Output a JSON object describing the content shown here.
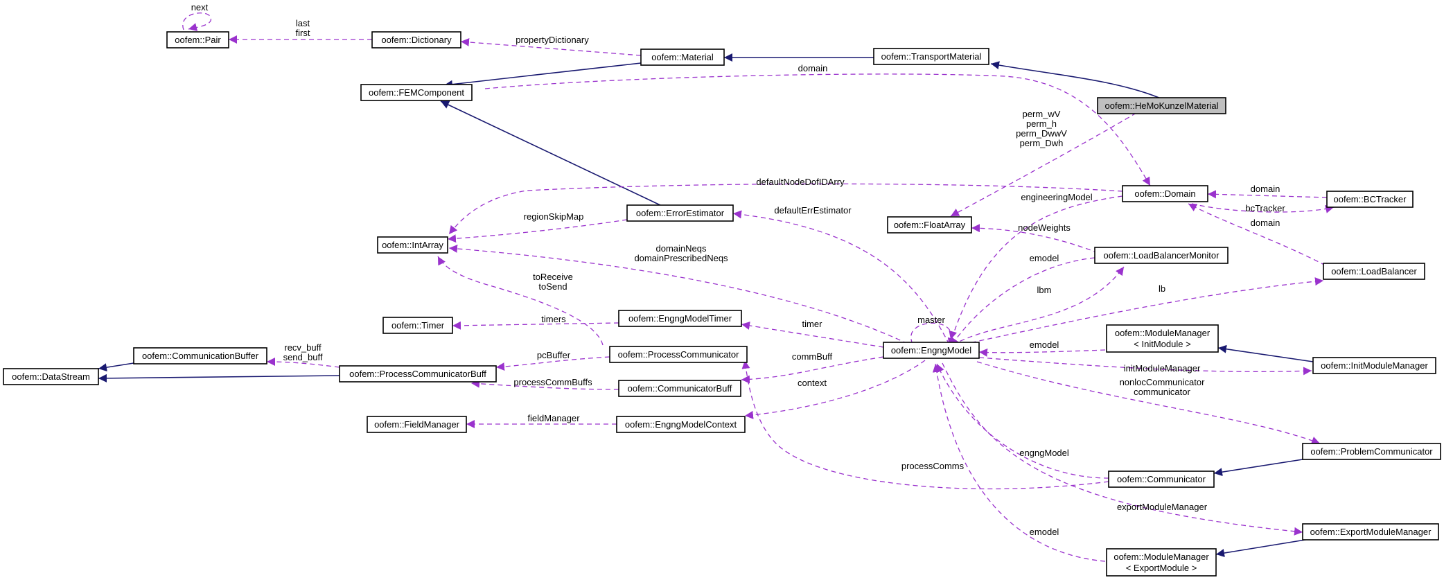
{
  "diagram": {
    "colors": {
      "inheritance": "#191970",
      "usage": "#9a32cd",
      "highlight_fill": "#bfbfbf",
      "node_fill": "#ffffff",
      "node_border": "#000000"
    },
    "nodes": [
      {
        "id": "Pair",
        "label": "oofem::Pair"
      },
      {
        "id": "Dictionary",
        "label": "oofem::Dictionary"
      },
      {
        "id": "Material",
        "label": "oofem::Material"
      },
      {
        "id": "TransportMaterial",
        "label": "oofem::TransportMaterial"
      },
      {
        "id": "FEMComponent",
        "label": "oofem::FEMComponent"
      },
      {
        "id": "HeMoKunzelMaterial",
        "label": "oofem::HeMoKunzelMaterial",
        "highlighted": true
      },
      {
        "id": "Domain",
        "label": "oofem::Domain"
      },
      {
        "id": "BCTracker",
        "label": "oofem::BCTracker"
      },
      {
        "id": "FloatArray",
        "label": "oofem::FloatArray"
      },
      {
        "id": "ErrorEstimator",
        "label": "oofem::ErrorEstimator"
      },
      {
        "id": "IntArray",
        "label": "oofem::IntArray"
      },
      {
        "id": "LoadBalancerMonitor",
        "label": "oofem::LoadBalancerMonitor"
      },
      {
        "id": "LoadBalancer",
        "label": "oofem::LoadBalancer"
      },
      {
        "id": "Timer",
        "label": "oofem::Timer"
      },
      {
        "id": "EngngModelTimer",
        "label": "oofem::EngngModelTimer"
      },
      {
        "id": "CommunicationBuffer",
        "label": "oofem::CommunicationBuffer"
      },
      {
        "id": "ProcessCommunicator",
        "label": "oofem::ProcessCommunicator"
      },
      {
        "id": "EngngModel",
        "label": "oofem::EngngModel"
      },
      {
        "id": "ModuleManagerInit",
        "label": "oofem::ModuleManager",
        "label2": "< InitModule >"
      },
      {
        "id": "DataStream",
        "label": "oofem::DataStream"
      },
      {
        "id": "ProcessCommunicatorBuff",
        "label": "oofem::ProcessCommunicatorBuff"
      },
      {
        "id": "CommunicatorBuff",
        "label": "oofem::CommunicatorBuff"
      },
      {
        "id": "InitModuleManager",
        "label": "oofem::InitModuleManager"
      },
      {
        "id": "FieldManager",
        "label": "oofem::FieldManager"
      },
      {
        "id": "EngngModelContext",
        "label": "oofem::EngngModelContext"
      },
      {
        "id": "ProblemCommunicator",
        "label": "oofem::ProblemCommunicator"
      },
      {
        "id": "Communicator",
        "label": "oofem::Communicator"
      },
      {
        "id": "ExportModuleManager",
        "label": "oofem::ExportModuleManager"
      },
      {
        "id": "ModuleManagerExport",
        "label": "oofem::ModuleManager",
        "label2": "< ExportModule >"
      }
    ],
    "edge_labels": [
      {
        "id": "next",
        "text": "next"
      },
      {
        "id": "lastfirst1",
        "text": "last"
      },
      {
        "id": "lastfirst2",
        "text": "first"
      },
      {
        "id": "propertyDictionary",
        "text": "propertyDictionary"
      },
      {
        "id": "domain_top",
        "text": "domain"
      },
      {
        "id": "perm1",
        "text": "perm_wV"
      },
      {
        "id": "perm2",
        "text": "perm_h"
      },
      {
        "id": "perm3",
        "text": "perm_DwwV"
      },
      {
        "id": "perm4",
        "text": "perm_Dwh"
      },
      {
        "id": "defaultNodeDofIDArry",
        "text": "defaultNodeDofIDArry"
      },
      {
        "id": "domain_bc",
        "text": "domain"
      },
      {
        "id": "bcTracker",
        "text": "bcTracker"
      },
      {
        "id": "domain_lb",
        "text": "domain"
      },
      {
        "id": "engineeringModel",
        "text": "engineeringModel"
      },
      {
        "id": "regionSkipMap",
        "text": "regionSkipMap"
      },
      {
        "id": "defaultErrEstimator",
        "text": "defaultErrEstimator"
      },
      {
        "id": "nodeWeights",
        "text": "nodeWeights"
      },
      {
        "id": "domainNeqs1",
        "text": "domainNeqs"
      },
      {
        "id": "domainNeqs2",
        "text": "domainPrescribedNeqs"
      },
      {
        "id": "emodel_lbm",
        "text": "emodel"
      },
      {
        "id": "lbm",
        "text": "lbm"
      },
      {
        "id": "lb",
        "text": "lb"
      },
      {
        "id": "toReceive",
        "text": "toReceive"
      },
      {
        "id": "toSend",
        "text": "toSend"
      },
      {
        "id": "master",
        "text": "master"
      },
      {
        "id": "timers",
        "text": "timers"
      },
      {
        "id": "timer",
        "text": "timer"
      },
      {
        "id": "emodel_mm",
        "text": "emodel"
      },
      {
        "id": "recv_buff",
        "text": "recv_buff"
      },
      {
        "id": "send_buff",
        "text": "send_buff"
      },
      {
        "id": "pcBuffer",
        "text": "pcBuffer"
      },
      {
        "id": "commBuff",
        "text": "commBuff"
      },
      {
        "id": "processCommBuffs",
        "text": "processCommBuffs"
      },
      {
        "id": "initModuleManager",
        "text": "initModuleManager"
      },
      {
        "id": "context",
        "text": "context"
      },
      {
        "id": "nonlocComm1",
        "text": "nonlocCommunicator"
      },
      {
        "id": "nonlocComm2",
        "text": "communicator"
      },
      {
        "id": "fieldManager",
        "text": "fieldManager"
      },
      {
        "id": "engngModel",
        "text": "engngModel"
      },
      {
        "id": "processComms",
        "text": "processComms"
      },
      {
        "id": "exportModuleManager",
        "text": "exportModuleManager"
      },
      {
        "id": "emodel_export",
        "text": "emodel"
      }
    ]
  }
}
